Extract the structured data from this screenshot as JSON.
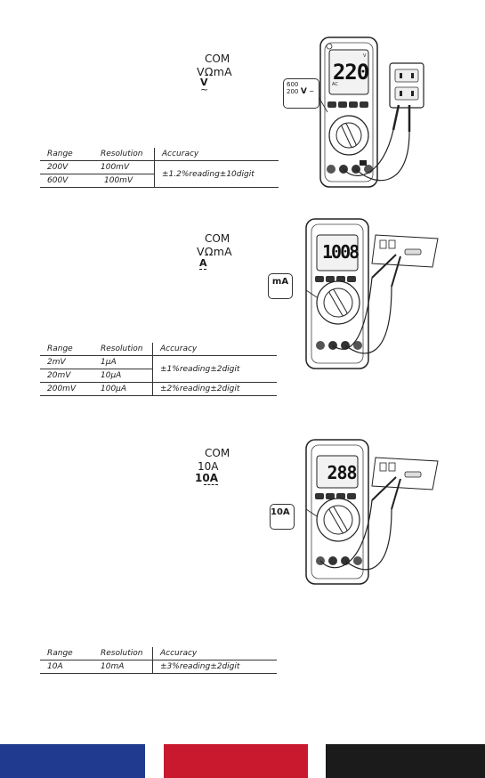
{
  "sections": [
    {
      "com": "COM",
      "input": "VΩmA",
      "function_symbol": "V",
      "function_sub": "~",
      "display": "220",
      "badge": {
        "line1": "600",
        "line2": "200",
        "unit": "V",
        "sub": "~"
      },
      "table": {
        "headers": [
          "Range",
          "Resolution",
          "Accuracy"
        ],
        "rows": [
          [
            "200V",
            "100mV"
          ],
          [
            "600V",
            "100mV"
          ]
        ],
        "accuracy_merged": [
          "±1.2%reading±10digit"
        ]
      }
    },
    {
      "com": "COM",
      "input": "VΩmA",
      "function_symbol": "A",
      "display": "1008",
      "badge": {
        "unit": "mA"
      },
      "table": {
        "headers": [
          "Range",
          "Resolution",
          "Accuracy"
        ],
        "rows": [
          [
            "2mV",
            "1μA"
          ],
          [
            "20mV",
            "10μA"
          ],
          [
            "200mV",
            "100μA"
          ]
        ],
        "accuracy_merged": [
          "±1%reading±2digit",
          "±2%reading±2digit"
        ]
      }
    },
    {
      "com": "COM",
      "input": "10A",
      "function_symbol": "10A",
      "display": "288",
      "badge": {
        "unit": "10A"
      },
      "table": {
        "headers": [
          "Range",
          "Resolution",
          "Accuracy"
        ],
        "rows": [
          [
            "10A",
            "10mA",
            "±3%reading±2digit"
          ]
        ]
      }
    }
  ],
  "colors": {
    "footer_blue": "#1f3a8f",
    "footer_red": "#c8192e",
    "footer_black": "#1b1b1b",
    "lcd": "#f2f2f2"
  },
  "icons": [
    "multimeter-illustration",
    "wall-outlet-icon",
    "test-probe-icon",
    "circuit-board-icon",
    "rotary-dial-icon"
  ]
}
